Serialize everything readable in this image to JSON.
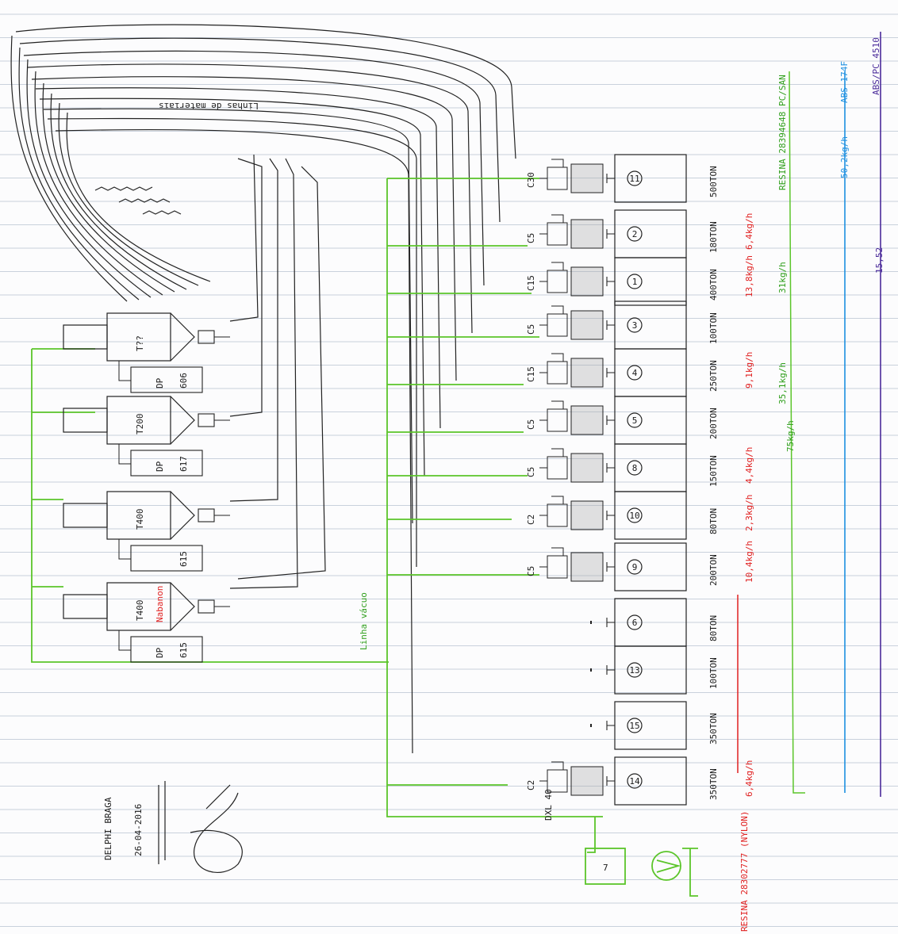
{
  "colors": {
    "paper": "#fcfcfd",
    "rule": "#c9d1dc",
    "ink": "#1a1a1a",
    "green": "#5bc52a",
    "red": "#e02020",
    "blue": "#1c8fe0",
    "purple": "#4a2a9a"
  },
  "header": {
    "lines_label": "Linhas de materiais",
    "vacuum_label": "Linha vácuo"
  },
  "signature": {
    "company": "DELPHI BRAGA",
    "date": "26-04-2016"
  },
  "tanks": [
    {
      "tag": "T400",
      "dp": "DP",
      "dryer": "615",
      "note": "Nabanon"
    },
    {
      "tag": "T400",
      "dp": "",
      "dryer": "615",
      "note": ""
    },
    {
      "tag": "T200",
      "dp": "DP",
      "dryer": "617",
      "note": ""
    },
    {
      "tag": "T??",
      "dp": "DP",
      "dryer": "606",
      "note": ""
    }
  ],
  "machines": [
    {
      "num": "14",
      "ton": "350TON",
      "feeder": "C2",
      "rate": "6,4kg/h"
    },
    {
      "num": "15",
      "ton": "350TON",
      "feeder": "",
      "rate": ""
    },
    {
      "num": "13",
      "ton": "100TON",
      "feeder": "",
      "rate": ""
    },
    {
      "num": "6",
      "ton": "80TON",
      "feeder": "",
      "rate": ""
    },
    {
      "num": "9",
      "ton": "200TON",
      "feeder": "C5",
      "rate": "10,4kg/h"
    },
    {
      "num": "10",
      "ton": "80TON",
      "feeder": "C2",
      "rate": "2,3kg/h"
    },
    {
      "num": "8",
      "ton": "150TON",
      "feeder": "C5",
      "rate": "4,4kg/h"
    },
    {
      "num": "5",
      "ton": "200TON",
      "feeder": "C5",
      "rate": ""
    },
    {
      "num": "4",
      "ton": "250TON",
      "feeder": "C15",
      "rate": "9,1kg/h"
    },
    {
      "num": "3",
      "ton": "100TON",
      "feeder": "C5",
      "rate": ""
    },
    {
      "num": "1",
      "ton": "400TON",
      "feeder": "C15",
      "rate": "13,8kg/h"
    },
    {
      "num": "2",
      "ton": "180TON",
      "feeder": "C5",
      "rate": "6,4kg/h"
    },
    {
      "num": "11",
      "ton": "500TON",
      "feeder": "C30",
      "rate": ""
    }
  ],
  "totals": {
    "green_a": "75kg/h",
    "green_b": "35,1kg/h",
    "green_c": "31kg/h",
    "resin_green": "RESINA 28394648 PC/SAN",
    "blue": "50,2kg/h",
    "blue_material": "ABS 174F",
    "purple": "15,52",
    "purple_material": "ABS/PC 4510"
  },
  "small_unit": {
    "label": "7",
    "resin_red": "RESINA 28302777 (NYLON)"
  },
  "misc": {
    "ms": "DXL 40"
  }
}
